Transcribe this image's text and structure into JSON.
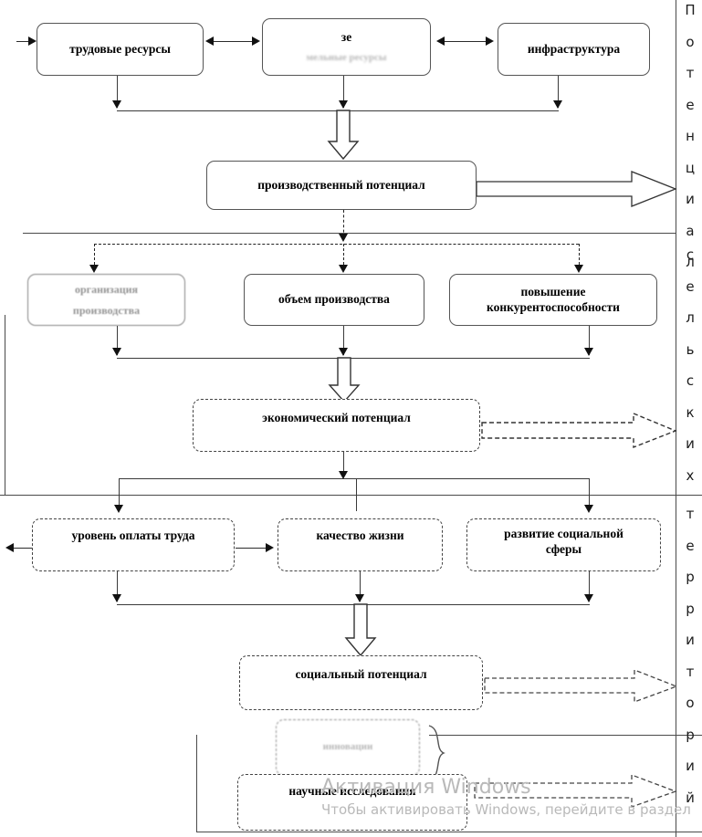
{
  "diagram": {
    "title_column": {
      "segments": [
        {
          "name": "potential",
          "text": "Потенциал",
          "letters": [
            "П",
            "о",
            "т",
            "е",
            "н",
            "ц",
            "и",
            "а",
            "л"
          ]
        },
        {
          "name": "rural",
          "text": "сельских",
          "letters": [
            "с",
            "е",
            "л",
            "ь",
            "с",
            "к",
            "и",
            "х"
          ]
        },
        {
          "name": "territories",
          "text": "территорий",
          "letters": [
            "т",
            "е",
            "р",
            "р",
            "и",
            "т",
            "о",
            "р",
            "и",
            "й"
          ]
        }
      ]
    },
    "nodes": {
      "labor_resources": "трудовые ресурсы",
      "land_resources_line1": "зе",
      "land_resources_line2": "мельные ресурсы",
      "infrastructure": "инфраструктура",
      "production_potential": "производственный потенциал",
      "organization_line1": "организация",
      "organization_line2": "производства",
      "volume_of_production": "объем производства",
      "competitiveness_line1": "повышение",
      "competitiveness_line2": "конкурентоспособности",
      "economic_potential": "экономический потенциал",
      "wage_level": "уровень оплаты труда",
      "quality_of_life": "качество жизни",
      "social_sphere_line1": "развитие социальной",
      "social_sphere_line2": "сферы",
      "social_potential": "социальный потенциал",
      "innovation_faded": "инновации",
      "scientific_research": "научные исследования"
    },
    "watermark": {
      "line1": "Активация Windows",
      "line2": "Чтобы активировать Windows, перейдите в раздел"
    },
    "colors": {
      "ink": "#111111",
      "box_border": "#4a4a4a",
      "rule": "#4a4a4a",
      "watermark": "#b9b9b9",
      "background": "#ffffff"
    }
  }
}
